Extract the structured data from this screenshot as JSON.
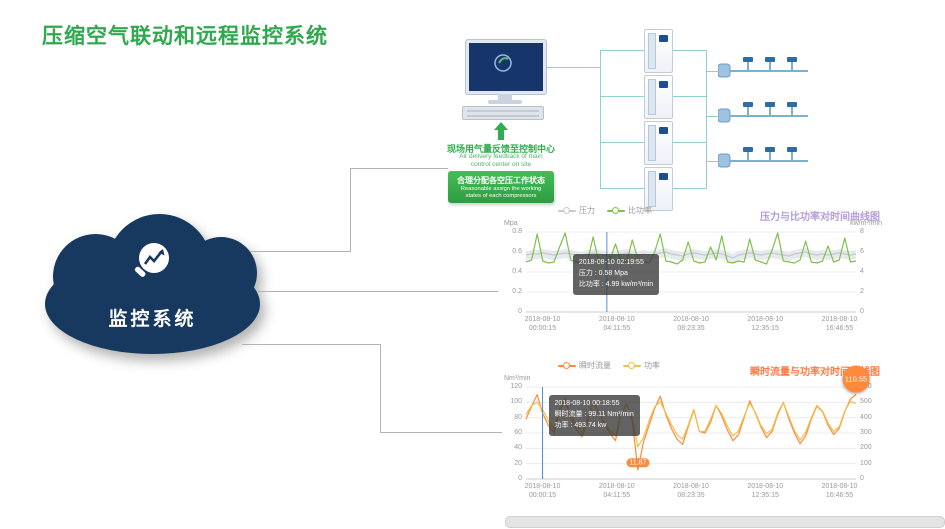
{
  "slide": {
    "title": "压缩空气联动和远程监控系统"
  },
  "cloud": {
    "label": "监控系统"
  },
  "diagram": {
    "feedback_cn": "现场用气量反馈至控制中心",
    "feedback_en1": "Air delivery feedback of main",
    "feedback_en2": "control center on site",
    "assign_cn": "合理分配各空压工作状态",
    "assign_en1": "Reasonable assign the working",
    "assign_en2": "states of each compressors"
  },
  "colors": {
    "title_green": "#2fa84e",
    "cloud_navy": "#17395f",
    "pipe_teal": "#8fd0cf",
    "pressure_gray": "#c4c9d2",
    "specific_power_green": "#7fbf4d",
    "flow_orange": "#ff8a3c",
    "power_yellow": "#f0c04a",
    "crosshair_blue": "#4f8fde"
  },
  "chart_data": [
    {
      "id": "pressure-vs-specific-power",
      "type": "line",
      "title": "压力与比功率对时间曲线图",
      "title_color": "#b39ddb",
      "legend": [
        {
          "name": "压力",
          "color": "#c4c9d2"
        },
        {
          "name": "比功率",
          "color": "#7fbf4d"
        }
      ],
      "y_left": {
        "label": "Mpa",
        "min": 0,
        "max": 0.8,
        "ticks": [
          0,
          0.2,
          0.4,
          0.6,
          0.8
        ]
      },
      "y_right": {
        "label": "kw/m³/min",
        "min": 0,
        "max": 8,
        "ticks": [
          0,
          2,
          4,
          6,
          8
        ]
      },
      "x_ticks": [
        [
          "2018-08-10",
          "00:00:15"
        ],
        [
          "2018-08-10",
          "04:11:55"
        ],
        [
          "2018-08-10",
          "08:23:35"
        ],
        [
          "2018-08-10",
          "12:35:15"
        ],
        [
          "2018-08-10",
          "16:46:55"
        ]
      ],
      "series": [
        {
          "name": "压力",
          "axis": "left",
          "color": "#c4c9d2",
          "band": [
            0.04,
            0.05
          ],
          "band_color": "#e3e6ea",
          "values": [
            0.57,
            0.58,
            0.58,
            0.59,
            0.58,
            0.57,
            0.58,
            0.59,
            0.58,
            0.57,
            0.56,
            0.58,
            0.59,
            0.58,
            0.57,
            0.55,
            0.57,
            0.58,
            0.59,
            0.58,
            0.57,
            0.58,
            0.57,
            0.58,
            0.59,
            0.6,
            0.58,
            0.57,
            0.56,
            0.58,
            0.59,
            0.58,
            0.57,
            0.58,
            0.59,
            0.58,
            0.56,
            0.54,
            0.57,
            0.58,
            0.59,
            0.58,
            0.57,
            0.58,
            0.59,
            0.58,
            0.57,
            0.56,
            0.58,
            0.59,
            0.6,
            0.58,
            0.57,
            0.58,
            0.57,
            0.58,
            0.59,
            0.58,
            0.57,
            0.58
          ]
        },
        {
          "name": "比功率",
          "axis": "right",
          "color": "#7fbf4d",
          "values": [
            5.0,
            5.2,
            7.8,
            5.1,
            4.9,
            5.0,
            6.5,
            7.9,
            5.2,
            5.0,
            4.8,
            5.1,
            7.5,
            5.0,
            4.9,
            5.2,
            6.8,
            5.1,
            5.0,
            7.2,
            5.3,
            5.0,
            4.9,
            6.0,
            7.8,
            5.1,
            5.0,
            4.8,
            5.2,
            7.0,
            5.1,
            4.9,
            5.0,
            6.5,
            5.2,
            7.6,
            5.0,
            4.9,
            5.1,
            5.0,
            7.3,
            5.2,
            5.0,
            4.8,
            6.2,
            7.9,
            5.1,
            5.0,
            4.9,
            5.2,
            7.1,
            5.0,
            4.9,
            5.1,
            6.6,
            5.0,
            5.2,
            7.4,
            5.0,
            5.1
          ]
        }
      ],
      "crosshair_frac": 0.245,
      "tooltip": {
        "lines": [
          "2018-08-10 02:19:55",
          "压力 : 0.58 Mpa",
          "比功率 : 4.99 kw/m³/min"
        ]
      }
    },
    {
      "id": "flow-vs-power",
      "type": "line",
      "title": "瞬时流量与功率对时间曲线图",
      "title_color": "#ff7a45",
      "legend": [
        {
          "name": "瞬时流量",
          "color": "#ff8a3c"
        },
        {
          "name": "功率",
          "color": "#f0c04a"
        }
      ],
      "y_left": {
        "label": "Nm³/min",
        "min": 0,
        "max": 120,
        "ticks": [
          0,
          20,
          40,
          60,
          80,
          100,
          120
        ]
      },
      "y_right": {
        "label": "",
        "min": 0,
        "max": 600,
        "ticks": [
          0,
          100,
          200,
          300,
          400,
          500,
          600
        ]
      },
      "x_ticks": [
        [
          "2018-08-10",
          "00:00:15"
        ],
        [
          "2018-08-10",
          "04:11:55"
        ],
        [
          "2018-08-10",
          "08:23:35"
        ],
        [
          "2018-08-10",
          "12:35:15"
        ],
        [
          "2018-08-10",
          "16:46:55"
        ]
      ],
      "series": [
        {
          "name": "瞬时流量",
          "axis": "left",
          "color": "#ff8a3c",
          "values": [
            78,
            95,
            110,
            85,
            70,
            60,
            90,
            105,
            80,
            65,
            55,
            75,
            100,
            88,
            72,
            60,
            50,
            85,
            98,
            76,
            11.87,
            48,
            70,
            92,
            108,
            84,
            66,
            52,
            45,
            68,
            90,
            62,
            60,
            74,
            96,
            82,
            64,
            50,
            58,
            80,
            102,
            86,
            68,
            54,
            62,
            84,
            100,
            78,
            60,
            46,
            56,
            78,
            95,
            88,
            70,
            58,
            66,
            88,
            104,
            110.55
          ]
        },
        {
          "name": "功率",
          "axis": "right",
          "color": "#f0c04a",
          "values": [
            420,
            480,
            500,
            450,
            380,
            330,
            460,
            495,
            420,
            360,
            300,
            400,
            490,
            440,
            370,
            320,
            280,
            430,
            485,
            400,
            210,
            270,
            380,
            470,
            505,
            430,
            355,
            290,
            260,
            350,
            455,
            310,
            310,
            390,
            480,
            425,
            345,
            280,
            315,
            410,
            495,
            435,
            350,
            295,
            325,
            430,
            500,
            405,
            315,
            255,
            305,
            400,
            480,
            445,
            365,
            310,
            340,
            445,
            505,
            494
          ]
        }
      ],
      "crosshair_frac": 0.05,
      "tooltip": {
        "lines": [
          "2018-08-10 00:18:55",
          "瞬时流量 : 99.11 Nm³/min",
          "功率 : 493.74 kw"
        ]
      },
      "markers": [
        {
          "type": "badge",
          "series": 0,
          "index": 59,
          "label": "110.55"
        },
        {
          "type": "dot",
          "series": 0,
          "index": 20,
          "label": "11.87"
        }
      ]
    }
  ]
}
